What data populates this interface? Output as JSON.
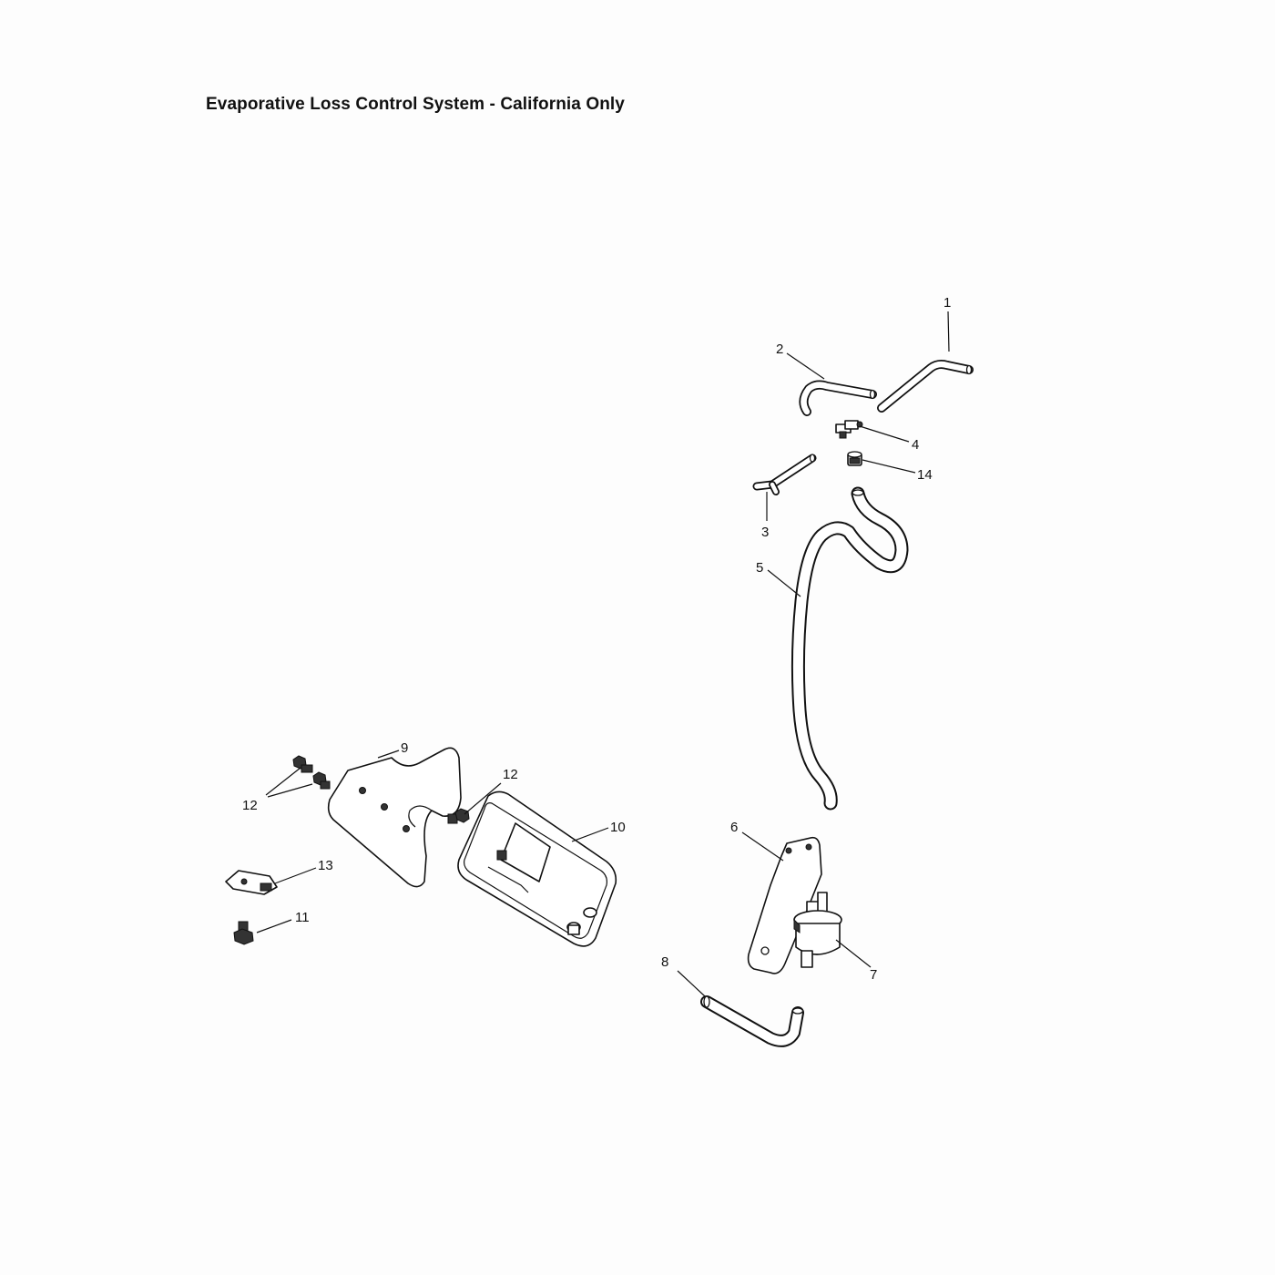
{
  "title": "Evaporative Loss Control System - California Only",
  "callouts": [
    {
      "id": "c1",
      "label": "1"
    },
    {
      "id": "c2",
      "label": "2"
    },
    {
      "id": "c3",
      "label": "3"
    },
    {
      "id": "c4",
      "label": "4"
    },
    {
      "id": "c5",
      "label": "5"
    },
    {
      "id": "c6",
      "label": "6"
    },
    {
      "id": "c7",
      "label": "7"
    },
    {
      "id": "c8",
      "label": "8"
    },
    {
      "id": "c9",
      "label": "9"
    },
    {
      "id": "c10",
      "label": "10"
    },
    {
      "id": "c11",
      "label": "11"
    },
    {
      "id": "c12a",
      "label": "12"
    },
    {
      "id": "c12b",
      "label": "12"
    },
    {
      "id": "c13",
      "label": "13"
    },
    {
      "id": "c14",
      "label": "14"
    }
  ]
}
